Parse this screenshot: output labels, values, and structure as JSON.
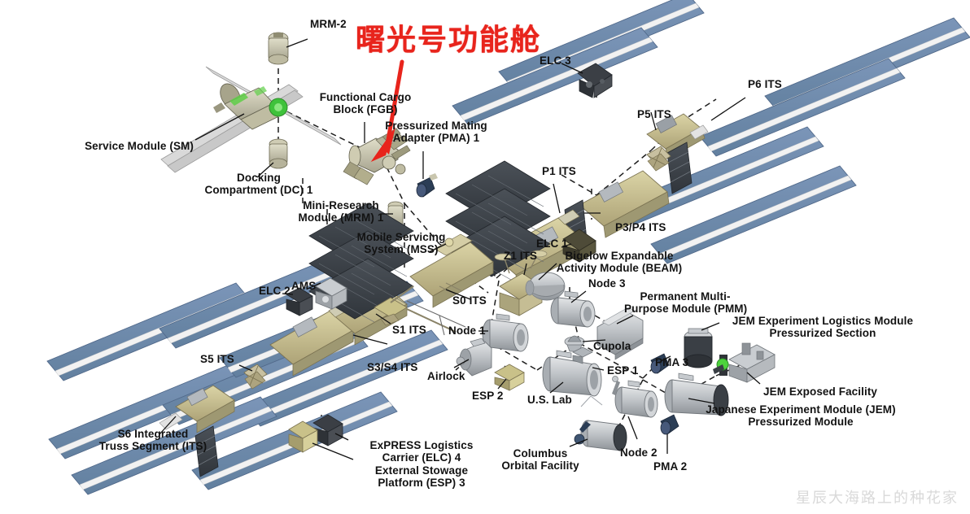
{
  "diagram": {
    "title_cn": "曙光号功能舱",
    "watermark": "星辰大海路上的种花家",
    "accent_red": "#E8241C",
    "solar_blue": "#6E89AD",
    "radiator_dark": "#3A3F45",
    "truss_tan": "#C9C08A",
    "module_gray": "#C5C8CB",
    "background": "#FFFFFF"
  },
  "labels": [
    {
      "id": "mrm2",
      "text": "MRM-2"
    },
    {
      "id": "service-module",
      "text": "Service Module (SM)"
    },
    {
      "id": "docking-compartment",
      "text": "Docking\nCompartment (DC) 1"
    },
    {
      "id": "fgb",
      "text": "Functional Cargo\nBlock (FGB)"
    },
    {
      "id": "pma1",
      "text": "Pressurized Mating\nAdapter (PMA) 1"
    },
    {
      "id": "mrm1",
      "text": "Mini-Research\nModule (MRM) 1"
    },
    {
      "id": "mss",
      "text": "Mobile Servicing\nSystem (MSS)"
    },
    {
      "id": "elc3",
      "text": "ELC 3"
    },
    {
      "id": "p5-its",
      "text": "P5 ITS"
    },
    {
      "id": "p6-its",
      "text": "P6 ITS"
    },
    {
      "id": "p1-its",
      "text": "P1 ITS"
    },
    {
      "id": "p3p4-its",
      "text": "P3/P4 ITS"
    },
    {
      "id": "elc1",
      "text": "ELC 1"
    },
    {
      "id": "beam",
      "text": "Bigelow Expandable\nActivity Module (BEAM)"
    },
    {
      "id": "node3",
      "text": "Node 3"
    },
    {
      "id": "pmm",
      "text": "Permanent Multi-\nPurpose Module (PMM)"
    },
    {
      "id": "z1-its",
      "text": "Z1 ITS"
    },
    {
      "id": "s0-its",
      "text": "S0 ITS"
    },
    {
      "id": "cupola",
      "text": "Cupola"
    },
    {
      "id": "node1",
      "text": "Node 1"
    },
    {
      "id": "airlock",
      "text": "Airlock"
    },
    {
      "id": "esp2",
      "text": "ESP 2"
    },
    {
      "id": "esp1",
      "text": "ESP 1"
    },
    {
      "id": "us-lab",
      "text": "U.S. Lab"
    },
    {
      "id": "pma3",
      "text": "PMA 3"
    },
    {
      "id": "jem-elm",
      "text": "JEM Experiment Logistics Module\nPressurized Section"
    },
    {
      "id": "jem-ef",
      "text": "JEM Exposed Facility"
    },
    {
      "id": "jem-pm",
      "text": "Japanese Experiment Module (JEM)\nPressurized Module"
    },
    {
      "id": "node2",
      "text": "Node 2"
    },
    {
      "id": "pma2",
      "text": "PMA 2"
    },
    {
      "id": "columbus",
      "text": "Columbus\nOrbital Facility"
    },
    {
      "id": "elc2",
      "text": "ELC 2"
    },
    {
      "id": "ams",
      "text": "AMS"
    },
    {
      "id": "s1-its",
      "text": "S1 ITS"
    },
    {
      "id": "s3s4-its",
      "text": "S3/S4 ITS"
    },
    {
      "id": "s5-its",
      "text": "S5 ITS"
    },
    {
      "id": "s6-its",
      "text": "S6 Integrated\nTruss Segment (ITS)"
    },
    {
      "id": "elc4",
      "text": "ExPRESS Logistics\nCarrier (ELC) 4"
    },
    {
      "id": "esp3",
      "text": "External Stowage\nPlatform (ESP) 3"
    }
  ]
}
